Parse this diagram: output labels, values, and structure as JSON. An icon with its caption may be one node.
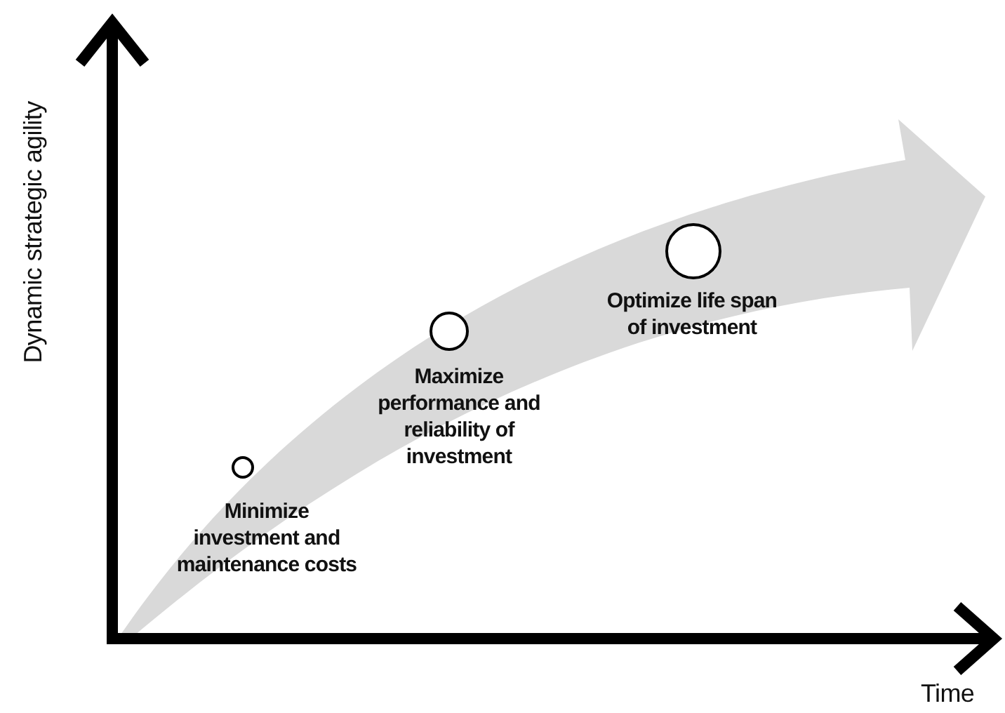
{
  "diagram": {
    "nodes": [
      {
        "text": [
          "Minimize investment and maintenance costs"
        ]
      },
      {
        "text": [
          "Maximize performance and reliability of investment"
        ]
      },
      {
        "text": [
          "Optimize life span of investment"
        ]
      }
    ],
    "labels": [
      "Dynamic strategic agility",
      "Time"
    ]
  }
}
